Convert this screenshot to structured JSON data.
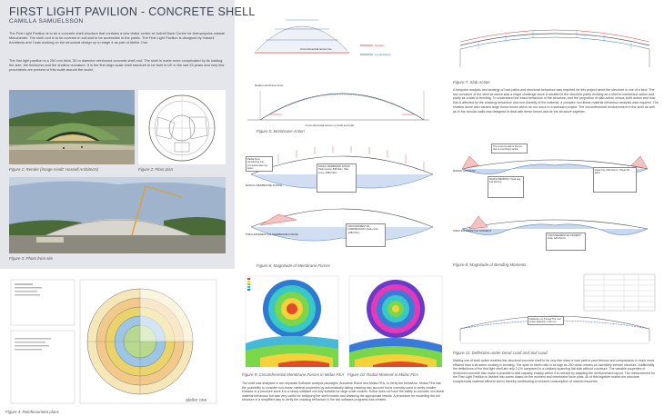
{
  "header": {
    "title": "FIRST LIGHT PAVILION - CONCRETE SHELL",
    "author": "CAMILLA SAMUELSSON"
  },
  "intro": {
    "p1": "The First Light Pavilion is to be a concrete shell structure that contains a new visitor centre at Jodrell Bank Centre for Astrophysics outside Manchester. The shell roof is to be covered in soil and to be accessible to the public. The First Light Pavilion is designed by Hassell Architects and I was working on the structural design up to stage 4 as part of Atelier One.",
    "p2": "The first light pavilion is a 200 mm thick, 50 m diameter reinforced concrete shell roof. The shell is made more complicated by its loading, the size, the thickness and the shallow curvature. It is the first large scale shell structure to be built in UK in the last 25 years and very few precedents are present of this scale around the world."
  },
  "figures": {
    "fig1": "Figure 1: Render (image credit: Hassell Architects)",
    "fig2": "Figure 2: Floor plan",
    "fig3": "Figure 3: Photo from site",
    "fig4": "Figure 4: Reinforcement plans",
    "fig5": "Figure 5: Membrane Action",
    "fig6": "Figure 6: Magnitude of Membrane Forces",
    "fig7": "Figure 7: Slab Action",
    "fig8": "Figure 8: Magnitude of Bending Moments",
    "fig9": "Figure 9: Circumferential Membrane Forces in Midas FEA",
    "fig10": "Figure 10: Radial Moment in Midas FEA",
    "fig11": "Figure 11: Deflection under Dead Load and Soil Load"
  },
  "fig5_labels": {
    "circ_force": "Circumferential tension tie",
    "tension": "Tension",
    "compression": "Compression",
    "radial": "Radial membrane force",
    "circ_ring": "Circumferential tension in shell and wall"
  },
  "fig6_labels": {
    "radial_forces": "RADIAL MEMBRANE FORCE",
    "circ_forces": "CIRCUMFERENTIAL MEMBRANE FORCE",
    "circ_compression": "CIRCUMFERENTIAL COMPRESSION"
  },
  "fig8_labels": {
    "radial_moment": "RADIAL MOMENT",
    "circ_moment": "CIRCUMFERENTIAL MOMENT"
  },
  "slab_text": "A bespoke analysis and strategy of load paths and structural behaviour was required for this project since the structure is one of a kind. The low curvature of the shell structure was a major challenge since it resulted in the structure partly working as a shell in membrane action and partly as a slab in bending. To understand the exact behaviour of the structure, and the proportion of slab action versus shell action and how this is affected by the cracking behaviour and non-linearity of the material, a complex non-linear material behaviour analysis was required. The shallow dome also causes large thrust forces which do not occur in a standard project. The circumferential reinforcement in the shell as well as in the circular walls was designed to deal with these forces and tie the structure together.",
  "midas_text": "The shell was analysed in two separate Software analysis packages, Autodesk Robot and Midas FEA, to verify the behaviour. Midas FEA has the possibility to consider non-linear material properties by automatically taking cracking into account but is normally used to verify smaller extracts of a structure since it is a heavy software not fully suitable for large scale models. Robot does not have the ability to consider non-linear material behaviour but was very useful for analysing the shell models and obtaining the appropriate results. A procedure for modelling the full structure in a simplified way to verify the cracking behaviour in the two software programs was created.",
  "deflection_text": "Making use of shell action enables the structural concrete shell to be very thin since a load path in pure tension and compression is much more efficient than a structure working in bending. The span to depth ratio is as high as 250 which means an incredibly slender structure. Additionally the deflections of the first light shell are only 2.1% compared to a similarly spanning flat slab without curvature. The variable properties of reinforced concrete also make it possible to add capacity exactly where it is needed by adapting the reinforcement layout. The reinforcement for the First Light Pavilion is divided into zones based on the moment and membrane force plots. All of this together makes the structure exceptionally material efficient and is thereby contributing to reduced consumption of natural resources.",
  "deflection_label": "Deflection on 5 times The real scale/ deflection: 120 mm",
  "atelier": "atelier one",
  "colors": {
    "panel": "#e4e6ec",
    "tension": "#d23a3a",
    "compression": "#3a6fc0",
    "title": "#3c4150"
  }
}
